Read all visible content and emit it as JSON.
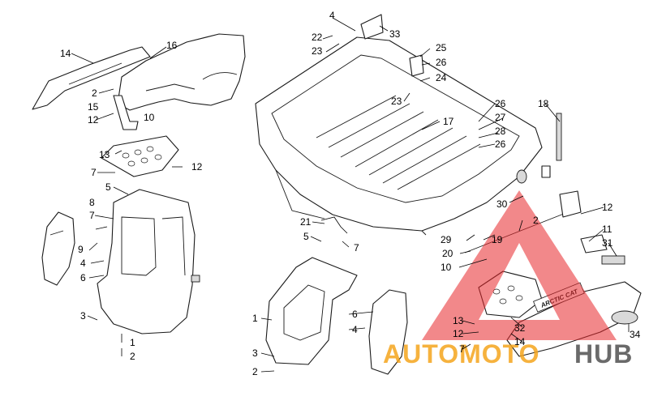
{
  "watermark": {
    "brand_a": "AUTOMOTO",
    "brand_b": "HUB",
    "colors": {
      "triangle": "#e8262a",
      "text_a": "#f4a51c",
      "text_b": "#5a5a5a"
    }
  },
  "decal_text": "ARCTIC CAT",
  "callouts": [
    {
      "id": "c14a",
      "text": "14"
    },
    {
      "id": "c16",
      "text": "16"
    },
    {
      "id": "c2a",
      "text": "2"
    },
    {
      "id": "c15",
      "text": "15"
    },
    {
      "id": "c12a",
      "text": "12"
    },
    {
      "id": "c10a",
      "text": "10"
    },
    {
      "id": "c13a",
      "text": "13"
    },
    {
      "id": "c7a",
      "text": "7"
    },
    {
      "id": "c12b",
      "text": "12"
    },
    {
      "id": "c5a",
      "text": "5"
    },
    {
      "id": "c8",
      "text": "8"
    },
    {
      "id": "c7b",
      "text": "7"
    },
    {
      "id": "c9",
      "text": "9"
    },
    {
      "id": "c4a",
      "text": "4"
    },
    {
      "id": "c6a",
      "text": "6"
    },
    {
      "id": "c3a",
      "text": "3"
    },
    {
      "id": "c1a",
      "text": "1"
    },
    {
      "id": "c2b",
      "text": "2"
    },
    {
      "id": "c4b",
      "text": "4"
    },
    {
      "id": "c22",
      "text": "22"
    },
    {
      "id": "c23a",
      "text": "23"
    },
    {
      "id": "c33",
      "text": "33"
    },
    {
      "id": "c25",
      "text": "25"
    },
    {
      "id": "c26a",
      "text": "26"
    },
    {
      "id": "c24",
      "text": "24"
    },
    {
      "id": "c23b",
      "text": "23"
    },
    {
      "id": "c17",
      "text": "17"
    },
    {
      "id": "c26b",
      "text": "26"
    },
    {
      "id": "c27",
      "text": "27"
    },
    {
      "id": "c28",
      "text": "28"
    },
    {
      "id": "c26c",
      "text": "26"
    },
    {
      "id": "c18",
      "text": "18"
    },
    {
      "id": "c21",
      "text": "21"
    },
    {
      "id": "c5b",
      "text": "5"
    },
    {
      "id": "c7c",
      "text": "7"
    },
    {
      "id": "c30",
      "text": "30"
    },
    {
      "id": "c2c",
      "text": "2"
    },
    {
      "id": "c29",
      "text": "29"
    },
    {
      "id": "c19",
      "text": "19"
    },
    {
      "id": "c20",
      "text": "20"
    },
    {
      "id": "c10b",
      "text": "10"
    },
    {
      "id": "c12c",
      "text": "12"
    },
    {
      "id": "c11",
      "text": "11"
    },
    {
      "id": "c31",
      "text": "31"
    },
    {
      "id": "c1b",
      "text": "1"
    },
    {
      "id": "c6b",
      "text": "6"
    },
    {
      "id": "c4c",
      "text": "4"
    },
    {
      "id": "c3b",
      "text": "3"
    },
    {
      "id": "c2d",
      "text": "2"
    },
    {
      "id": "c13b",
      "text": "13"
    },
    {
      "id": "c12d",
      "text": "12"
    },
    {
      "id": "c7d",
      "text": "7"
    },
    {
      "id": "c32",
      "text": "32"
    },
    {
      "id": "c14b",
      "text": "14"
    },
    {
      "id": "c34",
      "text": "34"
    }
  ]
}
